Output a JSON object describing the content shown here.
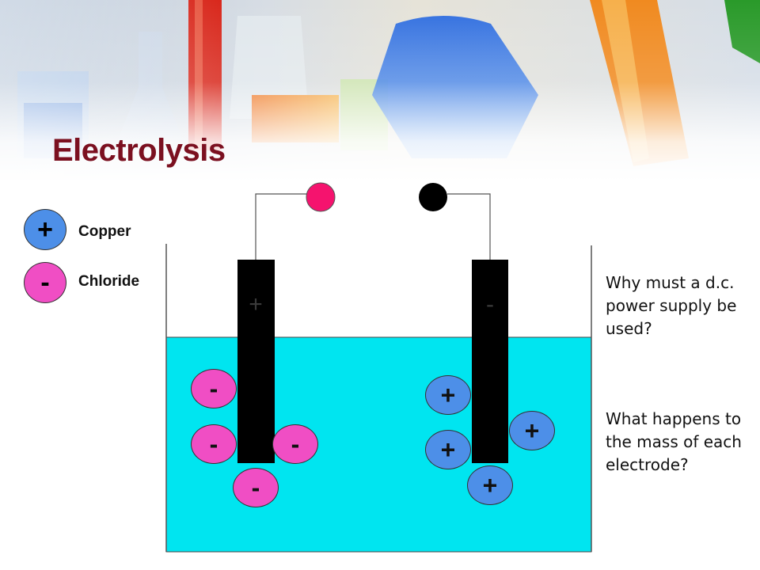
{
  "title": "Electrolysis",
  "legend": [
    {
      "symbol": "+",
      "label": "Copper",
      "color": "#4d8fe8"
    },
    {
      "symbol": "-",
      "label": "Chloride",
      "color": "#f04ec4"
    }
  ],
  "electrodes": {
    "left_sign": "+",
    "right_sign": "-",
    "positive_terminal_color": "#f5136e",
    "negative_terminal_color": "#000000"
  },
  "ions": {
    "chloride_symbol": "-",
    "copper_symbol": "+"
  },
  "electrolyte_color": "#00e5f0",
  "questions": [
    "Why must a d.c. power supply be used?",
    "What happens to the mass of each electrode?"
  ]
}
